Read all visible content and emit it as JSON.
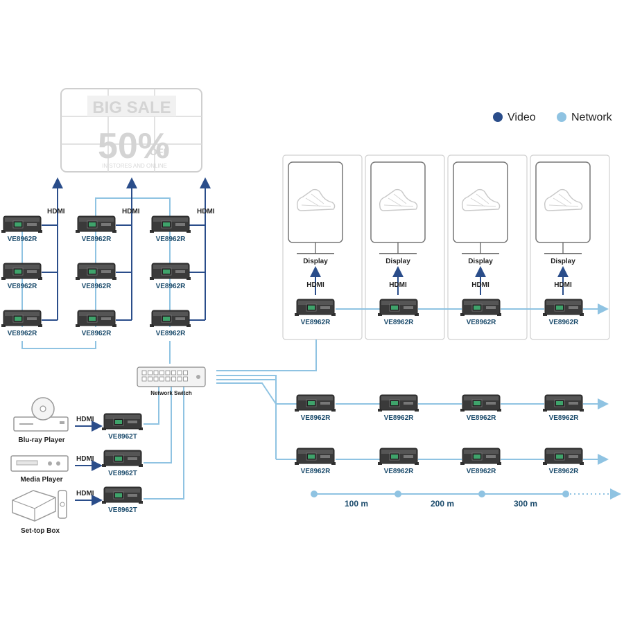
{
  "legend": {
    "video_label": "Video",
    "network_label": "Network",
    "video_color": "#2a4d8a",
    "network_color": "#8fc3e2"
  },
  "video_wall": {
    "line1": "BIG SALE",
    "line2": "50%",
    "line3": "OFF",
    "line4": "IN STORES AND ONLINE"
  },
  "labels": {
    "receiver": "VE8962R",
    "transmitter": "VE8962T",
    "hdmi": "HDMI",
    "display": "Display",
    "network_switch": "Network Switch"
  },
  "sources": {
    "bluray": "Blu-ray Player",
    "media": "Media Player",
    "settop": "Set-top Box"
  },
  "distance": {
    "d1": "100 m",
    "d2": "200 m",
    "d3": "300 m"
  },
  "icons": {
    "device": "extender-device-icon",
    "switch": "network-switch-icon",
    "shoe": "shoe-icon",
    "bluray": "bluray-player-icon",
    "media": "media-player-icon",
    "settop": "set-top-box-icon"
  }
}
